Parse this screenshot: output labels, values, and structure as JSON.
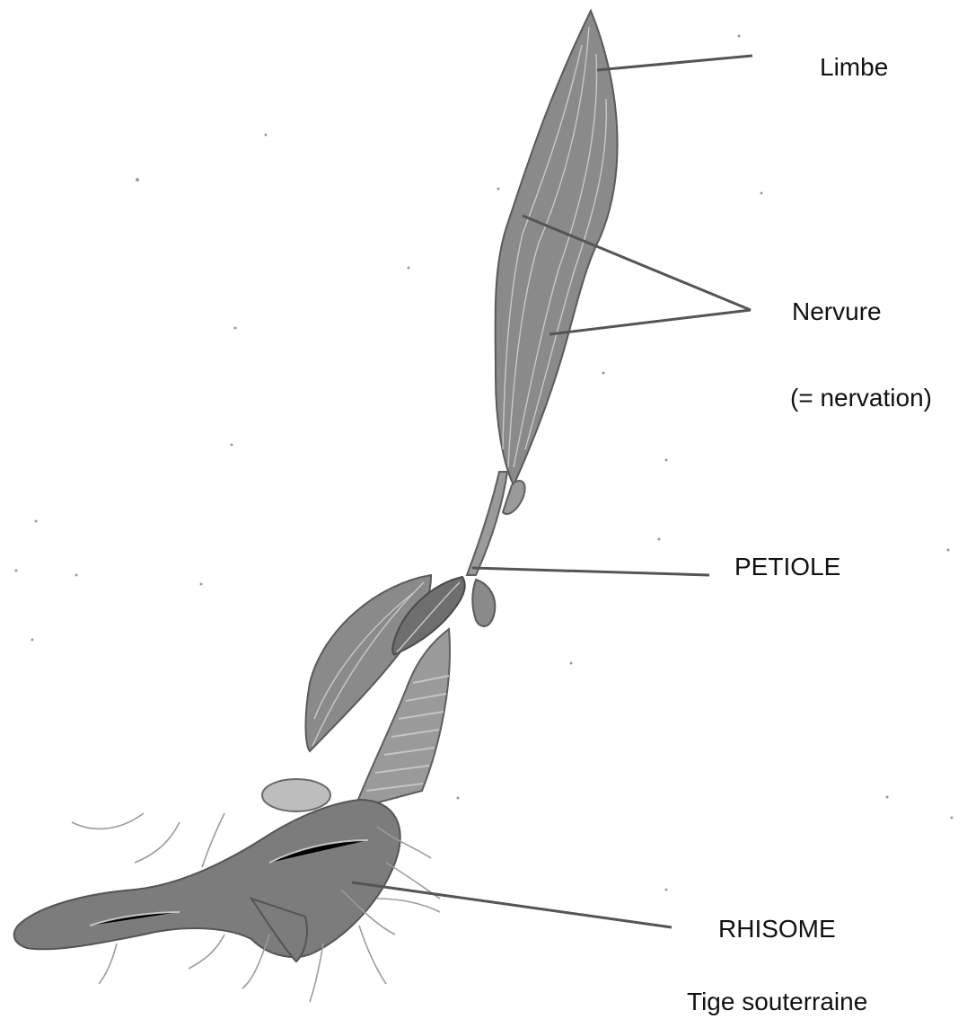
{
  "labels": {
    "limbe": "Limbe",
    "nervure": "Nervure",
    "nervation": "(= nervation)",
    "petiole": "PETIOLE",
    "rhisome": "RHISOME",
    "tige": "Tige souterraine"
  }
}
